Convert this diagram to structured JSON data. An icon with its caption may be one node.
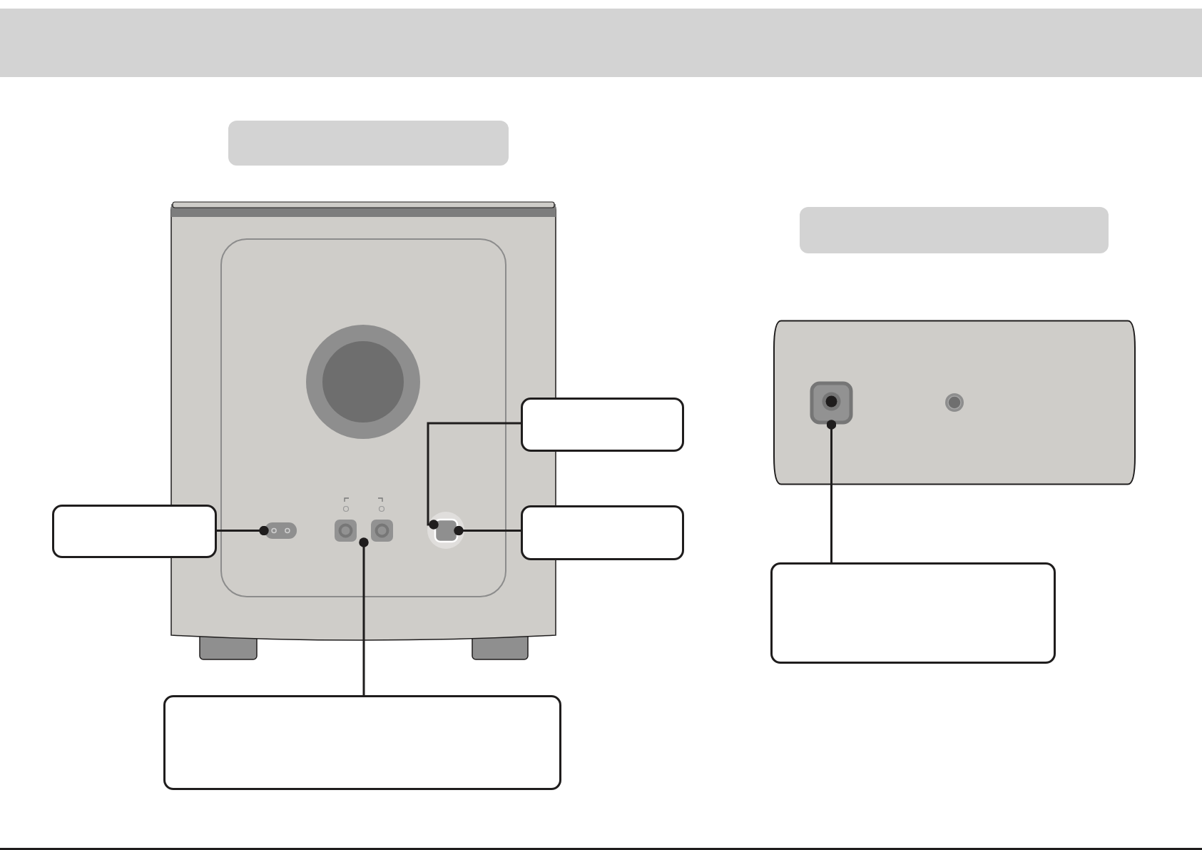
{
  "diagram": {
    "nodes": [
      {
        "text": [],
        "shape": "box"
      },
      {
        "text": [],
        "shape": "box"
      },
      {
        "text": [],
        "shape": "box"
      },
      {
        "text": [],
        "shape": "box"
      },
      {
        "text": [],
        "shape": "box"
      },
      {
        "text": [],
        "shape": "box"
      },
      {
        "text": [],
        "shape": "box"
      },
      {
        "text": [],
        "shape": "box"
      },
      {
        "text": [],
        "shape": "box"
      },
      {
        "text": [],
        "shape": "box"
      },
      {
        "text": [],
        "shape": "box",
        "in": 4
      },
      {
        "text": [],
        "shape": "box"
      },
      {
        "text": [],
        "shape": "box"
      }
    ],
    "edges": [
      {
        "from": 5,
        "to": 6,
        "arrow": "other"
      },
      {
        "from": 3,
        "to": 8,
        "arrow": "other"
      },
      {
        "from": 9,
        "to": 8,
        "arrow": "other"
      },
      {
        "from": 12,
        "to": 7,
        "arrow": "other"
      },
      {
        "from": 11,
        "to": 10,
        "arrow": "other"
      }
    ]
  }
}
